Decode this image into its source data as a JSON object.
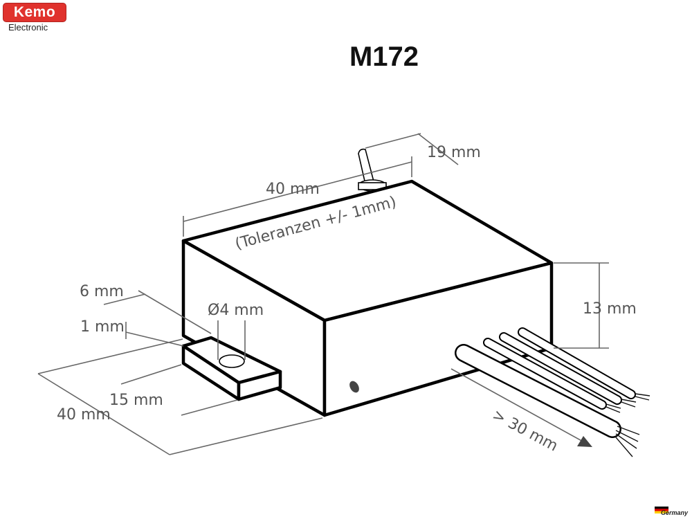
{
  "brand": {
    "name": "Kemo",
    "sub": "Electronic",
    "color": "#e0322d"
  },
  "title": "M172",
  "dimensions": {
    "width": "40 mm",
    "tolerance": "(Toleranzen +/- 1mm)",
    "switch_pitch": "19 mm",
    "height": "13 mm",
    "tab_thickness": "6 mm",
    "tab_offset": "1 mm",
    "hole": "Ø4 mm",
    "tab_length": "15 mm",
    "depth": "40 mm",
    "cable": "> 30 mm"
  },
  "footer": {
    "country": "Germany"
  }
}
